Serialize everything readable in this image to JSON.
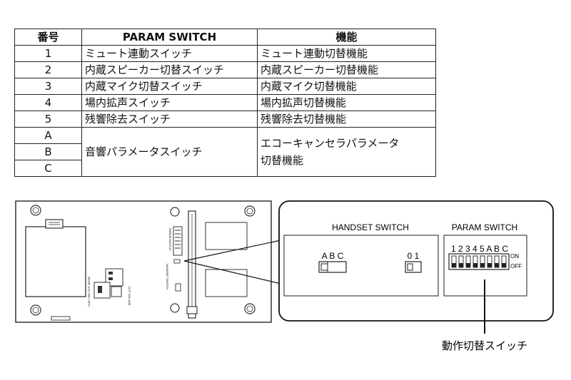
{
  "table": {
    "headers": [
      "番号",
      "PARAM SWITCH",
      "機能"
    ],
    "rows": [
      {
        "no": "1",
        "switch": "ミュート連動スイッチ",
        "function": "ミュート連動切替機能"
      },
      {
        "no": "2",
        "switch": "内蔵スピーカー切替スイッチ",
        "function": "内蔵スピーカー切替機能"
      },
      {
        "no": "3",
        "switch": "内蔵マイク切替スイッチ",
        "function": "内蔵マイク切替機能"
      },
      {
        "no": "4",
        "switch": "場内拡声スイッチ",
        "function": "場内拡声切替機能"
      },
      {
        "no": "5",
        "switch": "残響除去スイッチ",
        "function": "残響除去切替機能"
      }
    ],
    "group": {
      "nos": [
        "A",
        "B",
        "C"
      ],
      "switch": "音響パラメータスイッチ",
      "function_line1": "エコーキャンセラパラメータ",
      "function_line2": "切替機能"
    }
  },
  "diagram": {
    "handset_title": "HANDSET SWITCH",
    "handset_abc": "A B C",
    "handset_01": "0 1",
    "param_title": "PARAM SWITCH",
    "param_digits": "1 2 3 4 5 A B C",
    "on_label": "ON",
    "off_label": "OFF",
    "callout": "動作切替スイッチ",
    "board_param_switch": "PARAM SWITCH",
    "board_handset_switch": "HANDSET SWITCH",
    "board_line_mic_out_mode": "LINE / MIC OUT MODE",
    "board_out_volume": "OUT VOLUME"
  }
}
